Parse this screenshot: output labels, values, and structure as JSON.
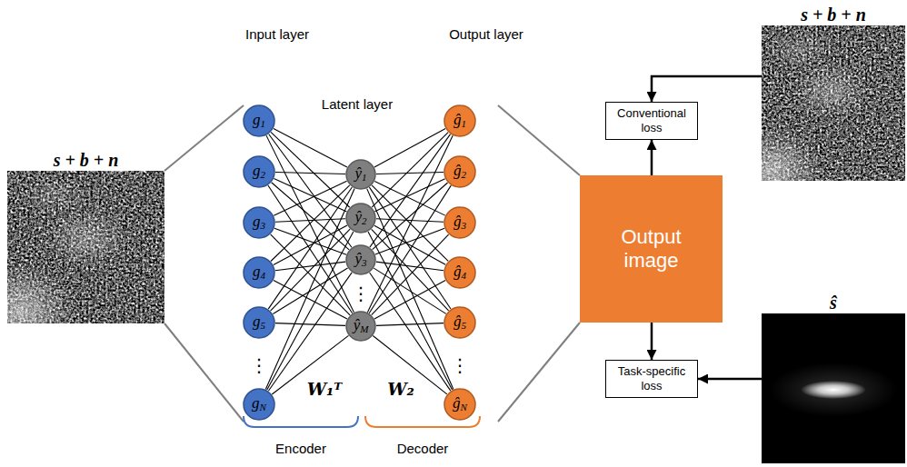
{
  "diagram": {
    "nodes": [
      {
        "text": [
          "s + b + n"
        ]
      },
      {
        "text": [
          "g1"
        ]
      },
      {
        "text": [
          "g2"
        ]
      },
      {
        "text": [
          "g3"
        ]
      },
      {
        "text": [
          "g4"
        ]
      },
      {
        "text": [
          "g5"
        ]
      },
      {
        "text": [
          "gN"
        ]
      },
      {
        "text": [
          "ŷ1"
        ]
      },
      {
        "text": [
          "ŷ2"
        ]
      },
      {
        "text": [
          "ŷ3"
        ]
      },
      {
        "text": [
          "ŷM"
        ]
      },
      {
        "text": [
          "ĝ1"
        ]
      },
      {
        "text": [
          "ĝ2"
        ]
      },
      {
        "text": [
          "ĝ3"
        ]
      },
      {
        "text": [
          "ĝ4"
        ]
      },
      {
        "text": [
          "ĝ5"
        ]
      },
      {
        "text": [
          "ĝN"
        ]
      },
      {
        "text": [
          "Output image"
        ]
      },
      {
        "text": [
          "Conventional loss"
        ]
      },
      {
        "text": [
          "s + b + n"
        ]
      },
      {
        "text": [
          "Task-specific loss"
        ]
      },
      {
        "text": [
          "ŝ"
        ]
      }
    ],
    "edges": [
      {
        "from": 1,
        "to": 7,
        "arrow": "none"
      },
      {
        "from": 1,
        "to": 8,
        "arrow": "none"
      },
      {
        "from": 1,
        "to": 9,
        "arrow": "none"
      },
      {
        "from": 1,
        "to": 10,
        "arrow": "none"
      },
      {
        "from": 2,
        "to": 7,
        "arrow": "none"
      },
      {
        "from": 2,
        "to": 8,
        "arrow": "none"
      },
      {
        "from": 2,
        "to": 9,
        "arrow": "none"
      },
      {
        "from": 2,
        "to": 10,
        "arrow": "none"
      },
      {
        "from": 3,
        "to": 7,
        "arrow": "none"
      },
      {
        "from": 3,
        "to": 8,
        "arrow": "none"
      },
      {
        "from": 3,
        "to": 9,
        "arrow": "none"
      },
      {
        "from": 3,
        "to": 10,
        "arrow": "none"
      },
      {
        "from": 4,
        "to": 7,
        "arrow": "none"
      },
      {
        "from": 4,
        "to": 8,
        "arrow": "none"
      },
      {
        "from": 4,
        "to": 9,
        "arrow": "none"
      },
      {
        "from": 4,
        "to": 10,
        "arrow": "none"
      },
      {
        "from": 5,
        "to": 7,
        "arrow": "none"
      },
      {
        "from": 5,
        "to": 8,
        "arrow": "none"
      },
      {
        "from": 5,
        "to": 9,
        "arrow": "none"
      },
      {
        "from": 5,
        "to": 10,
        "arrow": "none"
      },
      {
        "from": 6,
        "to": 7,
        "arrow": "none"
      },
      {
        "from": 6,
        "to": 8,
        "arrow": "none"
      },
      {
        "from": 6,
        "to": 9,
        "arrow": "none"
      },
      {
        "from": 6,
        "to": 10,
        "arrow": "none"
      },
      {
        "from": 7,
        "to": 11,
        "arrow": "none"
      },
      {
        "from": 7,
        "to": 12,
        "arrow": "none"
      },
      {
        "from": 7,
        "to": 13,
        "arrow": "none"
      },
      {
        "from": 7,
        "to": 14,
        "arrow": "none"
      },
      {
        "from": 7,
        "to": 15,
        "arrow": "none"
      },
      {
        "from": 7,
        "to": 16,
        "arrow": "none"
      },
      {
        "from": 8,
        "to": 11,
        "arrow": "none"
      },
      {
        "from": 8,
        "to": 12,
        "arrow": "none"
      },
      {
        "from": 8,
        "to": 13,
        "arrow": "none"
      },
      {
        "from": 8,
        "to": 14,
        "arrow": "none"
      },
      {
        "from": 8,
        "to": 15,
        "arrow": "none"
      },
      {
        "from": 8,
        "to": 16,
        "arrow": "none"
      },
      {
        "from": 9,
        "to": 11,
        "arrow": "none"
      },
      {
        "from": 9,
        "to": 12,
        "arrow": "none"
      },
      {
        "from": 9,
        "to": 13,
        "arrow": "none"
      },
      {
        "from": 9,
        "to": 14,
        "arrow": "none"
      },
      {
        "from": 9,
        "to": 15,
        "arrow": "none"
      },
      {
        "from": 9,
        "to": 16,
        "arrow": "none"
      },
      {
        "from": 10,
        "to": 11,
        "arrow": "none"
      },
      {
        "from": 10,
        "to": 12,
        "arrow": "none"
      },
      {
        "from": 10,
        "to": 13,
        "arrow": "none"
      },
      {
        "from": 10,
        "to": 14,
        "arrow": "none"
      },
      {
        "from": 10,
        "to": 15,
        "arrow": "none"
      },
      {
        "from": 10,
        "to": 16,
        "arrow": "none"
      },
      {
        "from": 17,
        "to": 18,
        "arrow": "to"
      },
      {
        "from": 19,
        "to": 18,
        "arrow": "to"
      },
      {
        "from": 17,
        "to": 20,
        "arrow": "to"
      },
      {
        "from": 21,
        "to": 20,
        "arrow": "to"
      }
    ],
    "labels": [
      "Input layer",
      "Latent layer",
      "Output layer",
      "⋮",
      "⋮",
      "⋮",
      "W₁ᵀ",
      "W₂",
      "Encoder",
      "Decoder"
    ]
  }
}
